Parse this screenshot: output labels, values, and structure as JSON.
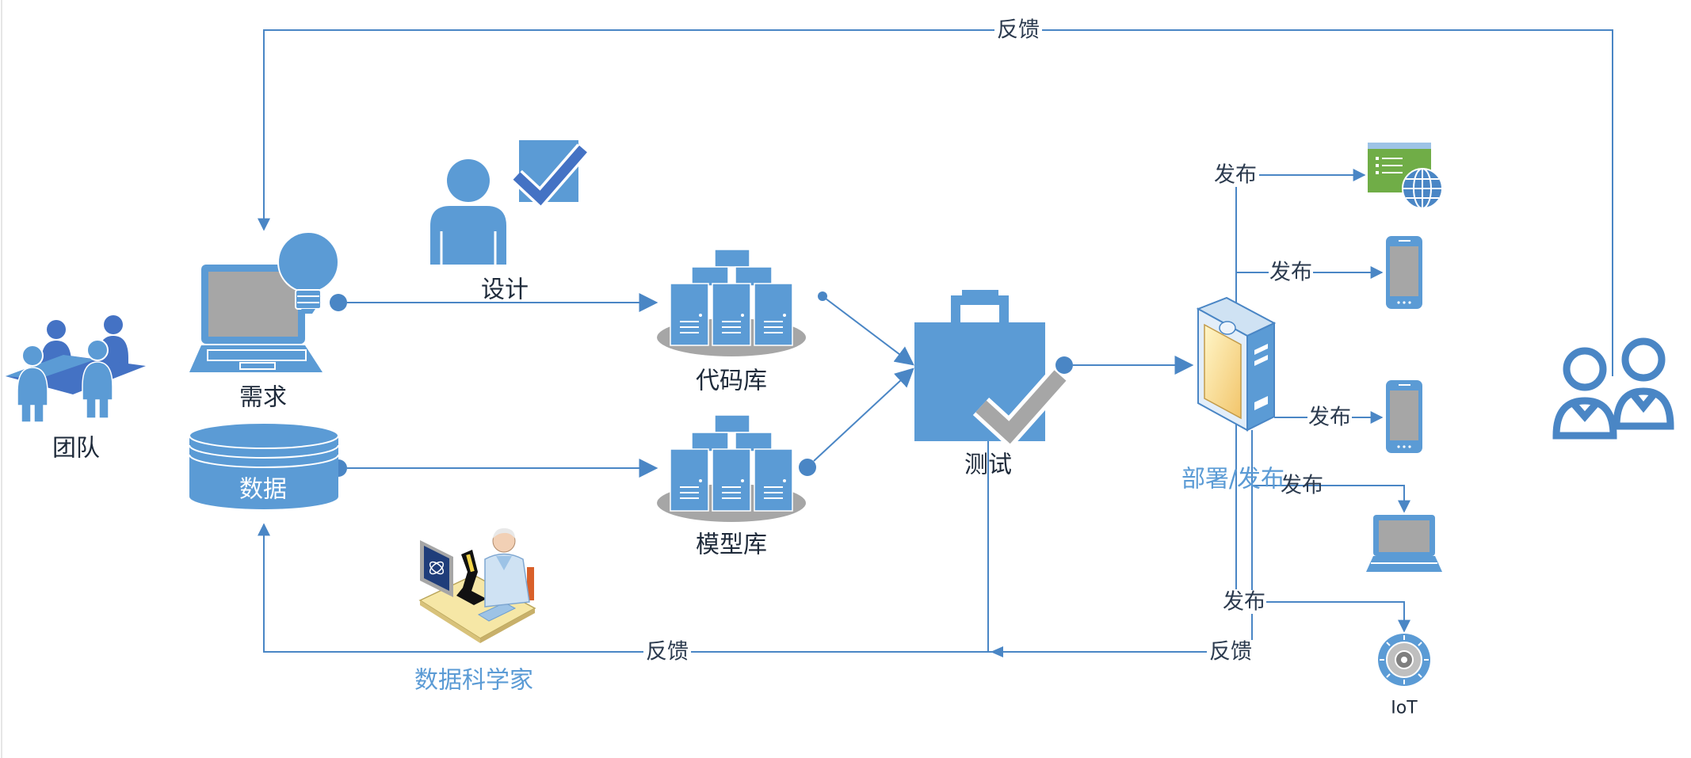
{
  "nodes": {
    "team": "团队",
    "requirements": "需求",
    "data": "数据",
    "design": "设计",
    "code_repository": "代码库",
    "model_repository": "模型库",
    "test": "测试",
    "deploy": "部署/发布",
    "data_scientist": "数据科学家",
    "iot": "IoT"
  },
  "edges": {
    "feedback_top": "反馈",
    "feedback_bottom_left": "反馈",
    "feedback_bottom_right": "反馈",
    "publish_web": "发布",
    "publish_phone_top": "发布",
    "publish_phone_bottom": "发布",
    "publish_laptop": "发布",
    "publish_iot": "发布"
  },
  "icons": {
    "team": "team-icon",
    "requirements": "laptop-lightbulb-icon",
    "data": "database-icon",
    "design": "user-checkbox-icon",
    "code_repository": "server-stack-icon",
    "model_repository": "server-stack-icon",
    "test": "bag-checkmark-icon",
    "deploy": "server-box-icon",
    "web": "web-browser-globe-icon",
    "phone": "smartphone-icon",
    "laptop": "laptop-icon",
    "iot": "iot-device-icon",
    "users": "users-icon",
    "data_scientist": "scientist-microscope-icon"
  },
  "colors": {
    "primary": "#5b9bd5",
    "dark_blue": "#4472c4",
    "connector": "#4a86c5",
    "gray": "#a6a6a6",
    "web_green": "#70ad47"
  }
}
